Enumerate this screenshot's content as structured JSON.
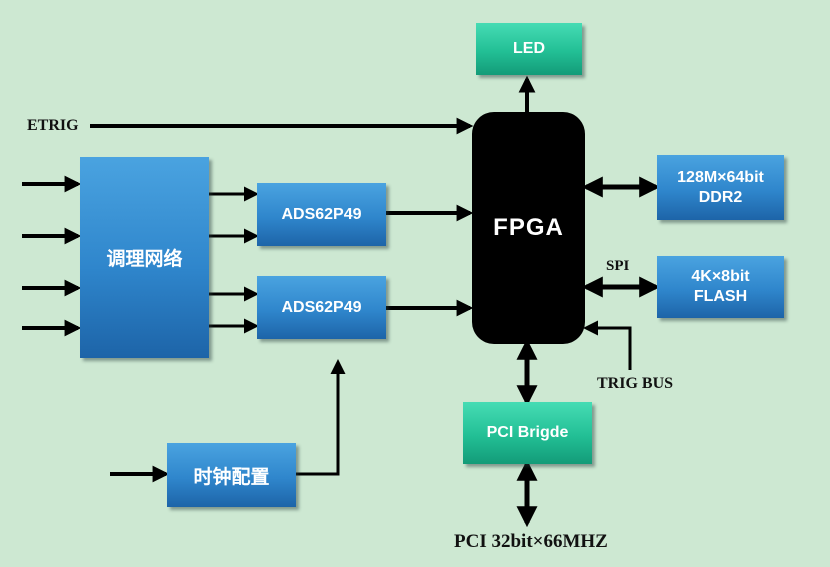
{
  "blocks": {
    "led": "LED",
    "fpga": "FPGA",
    "ddr2_line1": "128M×64bit",
    "ddr2_line2": "DDR2",
    "flash_line1": "4K×8bit",
    "flash_line2": "FLASH",
    "pci_bridge": "PCI Brigde",
    "conditioning": "调理网络",
    "adc1": "ADS62P49",
    "adc2": "ADS62P49",
    "clock": "时钟配置"
  },
  "labels": {
    "etrig": "ETRIG",
    "spi": "SPI",
    "trig_bus": "TRIG BUS",
    "pci_bus": "PCI 32bit×66MHZ"
  },
  "colors": {
    "background": "#cde8d2",
    "blue_block": "#2f86cc",
    "green_block": "#22bf95",
    "fpga": "#000000"
  }
}
